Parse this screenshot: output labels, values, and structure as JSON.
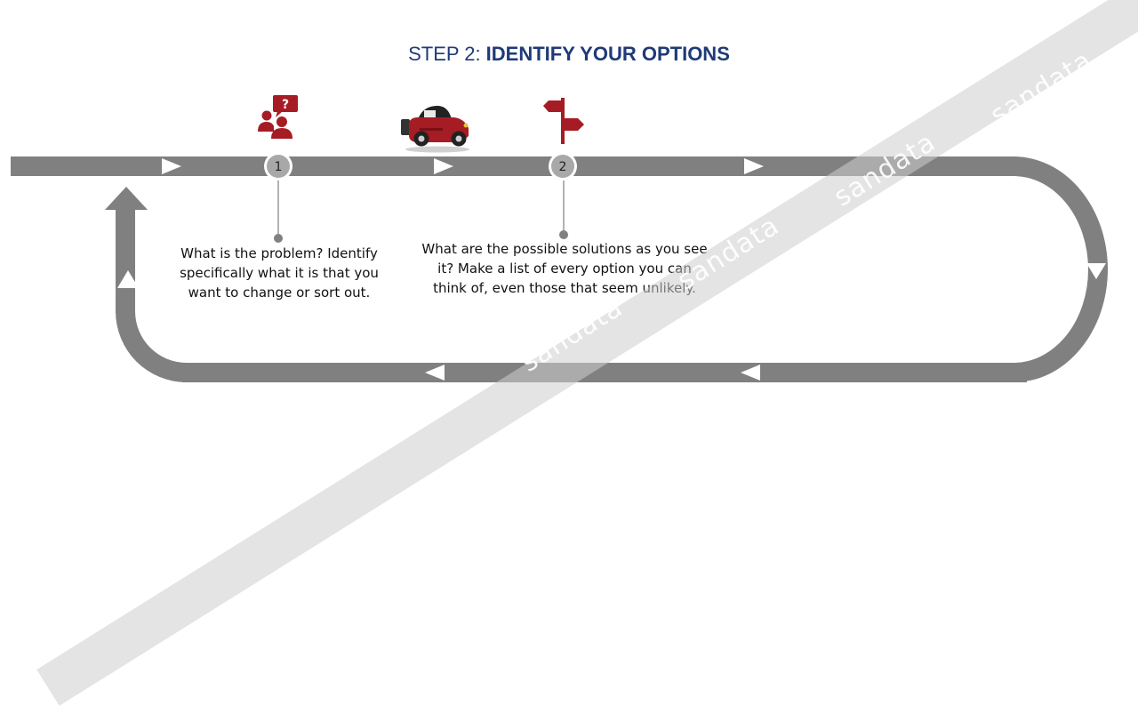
{
  "title": {
    "prefix": "STEP 2:",
    "main": "IDENTIFY YOUR OPTIONS"
  },
  "steps": [
    {
      "number": "1",
      "icon": "person-question-icon",
      "text": "What is the problem? Identify specifically what it is that you want to change or sort out."
    },
    {
      "number": "2",
      "icon": "signpost-icon",
      "text": "What are the possible solutions as you see it? Make a list of every option you can think of, even those that seem unlikely."
    }
  ],
  "current_position_icon": "car-icon",
  "watermark": "sandata",
  "colors": {
    "track": "#808080",
    "accent_red": "#a61c24",
    "title_blue": "#1f3a78",
    "step_circle": "#a8a8a8"
  }
}
